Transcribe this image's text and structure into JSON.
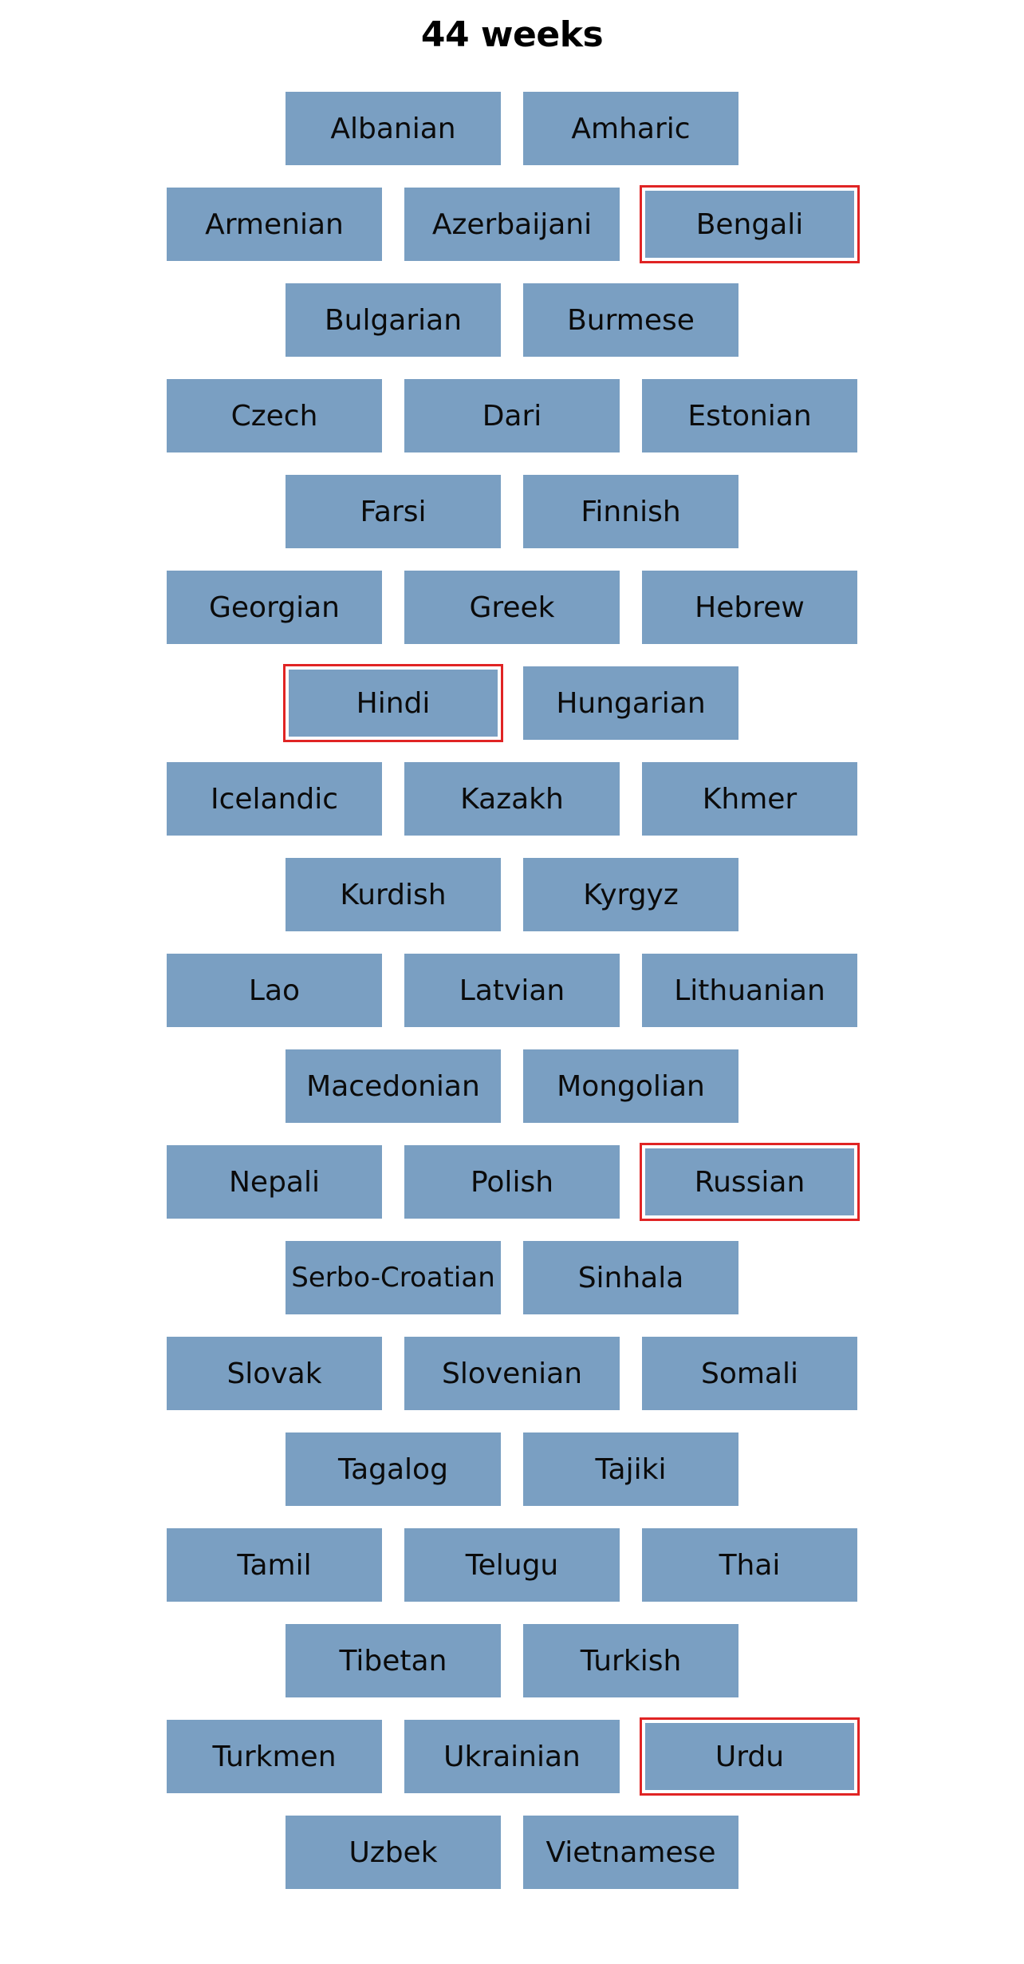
{
  "title": "44 weeks",
  "highlight_color": "#e02424",
  "tile_color": "#7a9fc2",
  "rows": [
    {
      "tiles": [
        {
          "label": "Albanian",
          "highlighted": false
        },
        {
          "label": "Amharic",
          "highlighted": false
        }
      ]
    },
    {
      "tiles": [
        {
          "label": "Armenian",
          "highlighted": false
        },
        {
          "label": "Azerbaijani",
          "highlighted": false
        },
        {
          "label": "Bengali",
          "highlighted": true
        }
      ]
    },
    {
      "tiles": [
        {
          "label": "Bulgarian",
          "highlighted": false
        },
        {
          "label": "Burmese",
          "highlighted": false
        }
      ]
    },
    {
      "tiles": [
        {
          "label": "Czech",
          "highlighted": false
        },
        {
          "label": "Dari",
          "highlighted": false
        },
        {
          "label": "Estonian",
          "highlighted": false
        }
      ]
    },
    {
      "tiles": [
        {
          "label": "Farsi",
          "highlighted": false
        },
        {
          "label": "Finnish",
          "highlighted": false
        }
      ]
    },
    {
      "tiles": [
        {
          "label": "Georgian",
          "highlighted": false
        },
        {
          "label": "Greek",
          "highlighted": false
        },
        {
          "label": "Hebrew",
          "highlighted": false
        }
      ]
    },
    {
      "tiles": [
        {
          "label": "Hindi",
          "highlighted": true
        },
        {
          "label": "Hungarian",
          "highlighted": false
        }
      ]
    },
    {
      "tiles": [
        {
          "label": "Icelandic",
          "highlighted": false
        },
        {
          "label": "Kazakh",
          "highlighted": false
        },
        {
          "label": "Khmer",
          "highlighted": false
        }
      ]
    },
    {
      "tiles": [
        {
          "label": "Kurdish",
          "highlighted": false
        },
        {
          "label": "Kyrgyz",
          "highlighted": false
        }
      ]
    },
    {
      "tiles": [
        {
          "label": "Lao",
          "highlighted": false
        },
        {
          "label": "Latvian",
          "highlighted": false
        },
        {
          "label": "Lithuanian",
          "highlighted": false
        }
      ]
    },
    {
      "tiles": [
        {
          "label": "Macedonian",
          "highlighted": false
        },
        {
          "label": "Mongolian",
          "highlighted": false
        }
      ]
    },
    {
      "tiles": [
        {
          "label": "Nepali",
          "highlighted": false
        },
        {
          "label": "Polish",
          "highlighted": false
        },
        {
          "label": "Russian",
          "highlighted": true
        }
      ]
    },
    {
      "tiles": [
        {
          "label": "Serbo-Croatian",
          "highlighted": false
        },
        {
          "label": "Sinhala",
          "highlighted": false
        }
      ]
    },
    {
      "tiles": [
        {
          "label": "Slovak",
          "highlighted": false
        },
        {
          "label": "Slovenian",
          "highlighted": false
        },
        {
          "label": "Somali",
          "highlighted": false
        }
      ]
    },
    {
      "tiles": [
        {
          "label": "Tagalog",
          "highlighted": false
        },
        {
          "label": "Tajiki",
          "highlighted": false
        }
      ]
    },
    {
      "tiles": [
        {
          "label": "Tamil",
          "highlighted": false
        },
        {
          "label": "Telugu",
          "highlighted": false
        },
        {
          "label": "Thai",
          "highlighted": false
        }
      ]
    },
    {
      "tiles": [
        {
          "label": "Tibetan",
          "highlighted": false
        },
        {
          "label": "Turkish",
          "highlighted": false
        }
      ]
    },
    {
      "tiles": [
        {
          "label": "Turkmen",
          "highlighted": false
        },
        {
          "label": "Ukrainian",
          "highlighted": false
        },
        {
          "label": "Urdu",
          "highlighted": true
        }
      ]
    },
    {
      "tiles": [
        {
          "label": "Uzbek",
          "highlighted": false
        },
        {
          "label": "Vietnamese",
          "highlighted": false
        }
      ]
    }
  ]
}
